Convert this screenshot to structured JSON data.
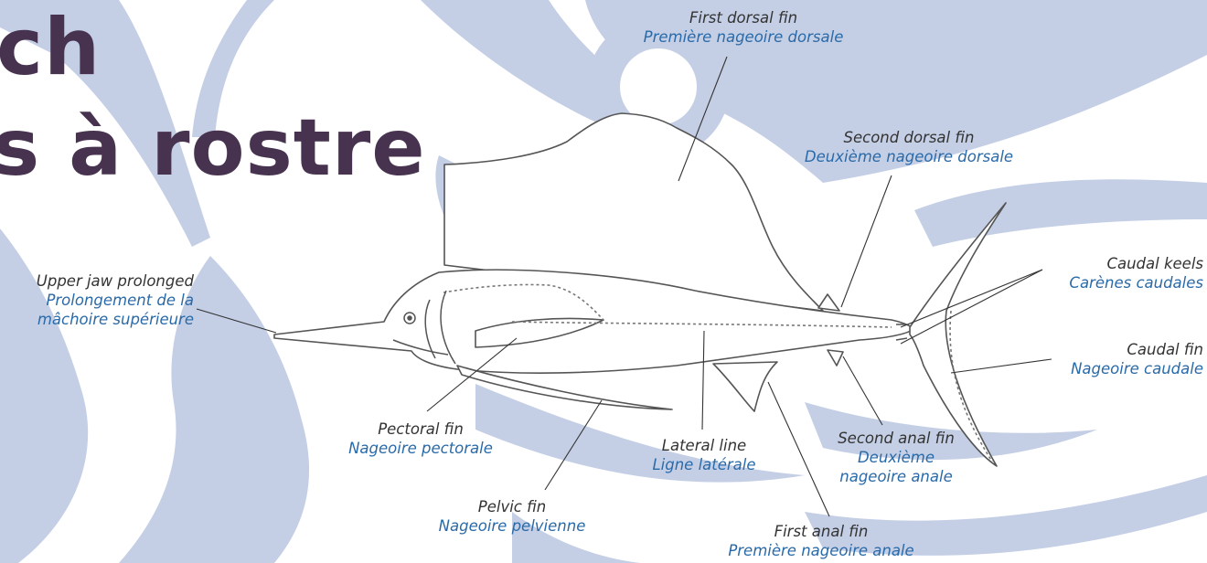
{
  "colors": {
    "background": "#ffffff",
    "decor": "#c4cfe6",
    "title": "#47334f",
    "english_label": "#333333",
    "french_label": "#2a6aa8",
    "fish_outline": "#555555"
  },
  "title": {
    "line1": "ch",
    "line2": "s à rostre"
  },
  "labels": {
    "first_dorsal": {
      "en": "First dorsal fin",
      "fr": "Première nageoire dorsale"
    },
    "second_dorsal": {
      "en": "Second dorsal fin",
      "fr": "Deuxième nageoire dorsale"
    },
    "caudal_keels": {
      "en": "Caudal keels",
      "fr": "Carènes caudales"
    },
    "caudal_fin": {
      "en": "Caudal fin",
      "fr": "Nageoire caudale"
    },
    "upper_jaw": {
      "en": "Upper jaw prolonged",
      "fr1": "Prolongement de la",
      "fr2": "mâchoire supérieure"
    },
    "pectoral": {
      "en": "Pectoral fin",
      "fr": "Nageoire pectorale"
    },
    "lateral_line": {
      "en": "Lateral line",
      "fr": "Ligne latérale"
    },
    "second_anal": {
      "en": "Second anal fin",
      "fr1": "Deuxième",
      "fr2": "nageoire anale"
    },
    "pelvic": {
      "en": "Pelvic fin",
      "fr": "Nageoire pelvienne"
    },
    "first_anal": {
      "en": "First anal fin",
      "fr": "Première nageoire anale"
    }
  }
}
